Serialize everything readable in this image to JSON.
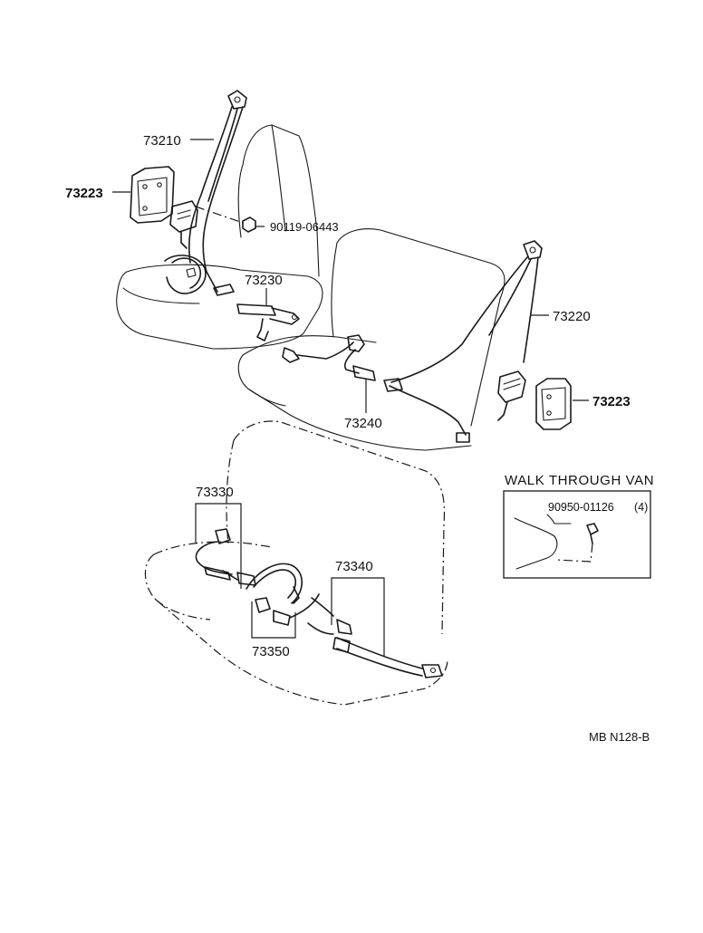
{
  "part_labels": {
    "p73210": "73210",
    "p73223_left": "73223",
    "p90119": "90119-06443",
    "p73230": "73230",
    "p73220": "73220",
    "p73223_right": "73223",
    "p73240": "73240",
    "p73330": "73330",
    "p73340": "73340",
    "p73350": "73350"
  },
  "inset": {
    "title": "WALK THROUGH VAN",
    "part": "90950-01126",
    "qty": "(4)"
  },
  "footer_code": "MB  N128-B"
}
